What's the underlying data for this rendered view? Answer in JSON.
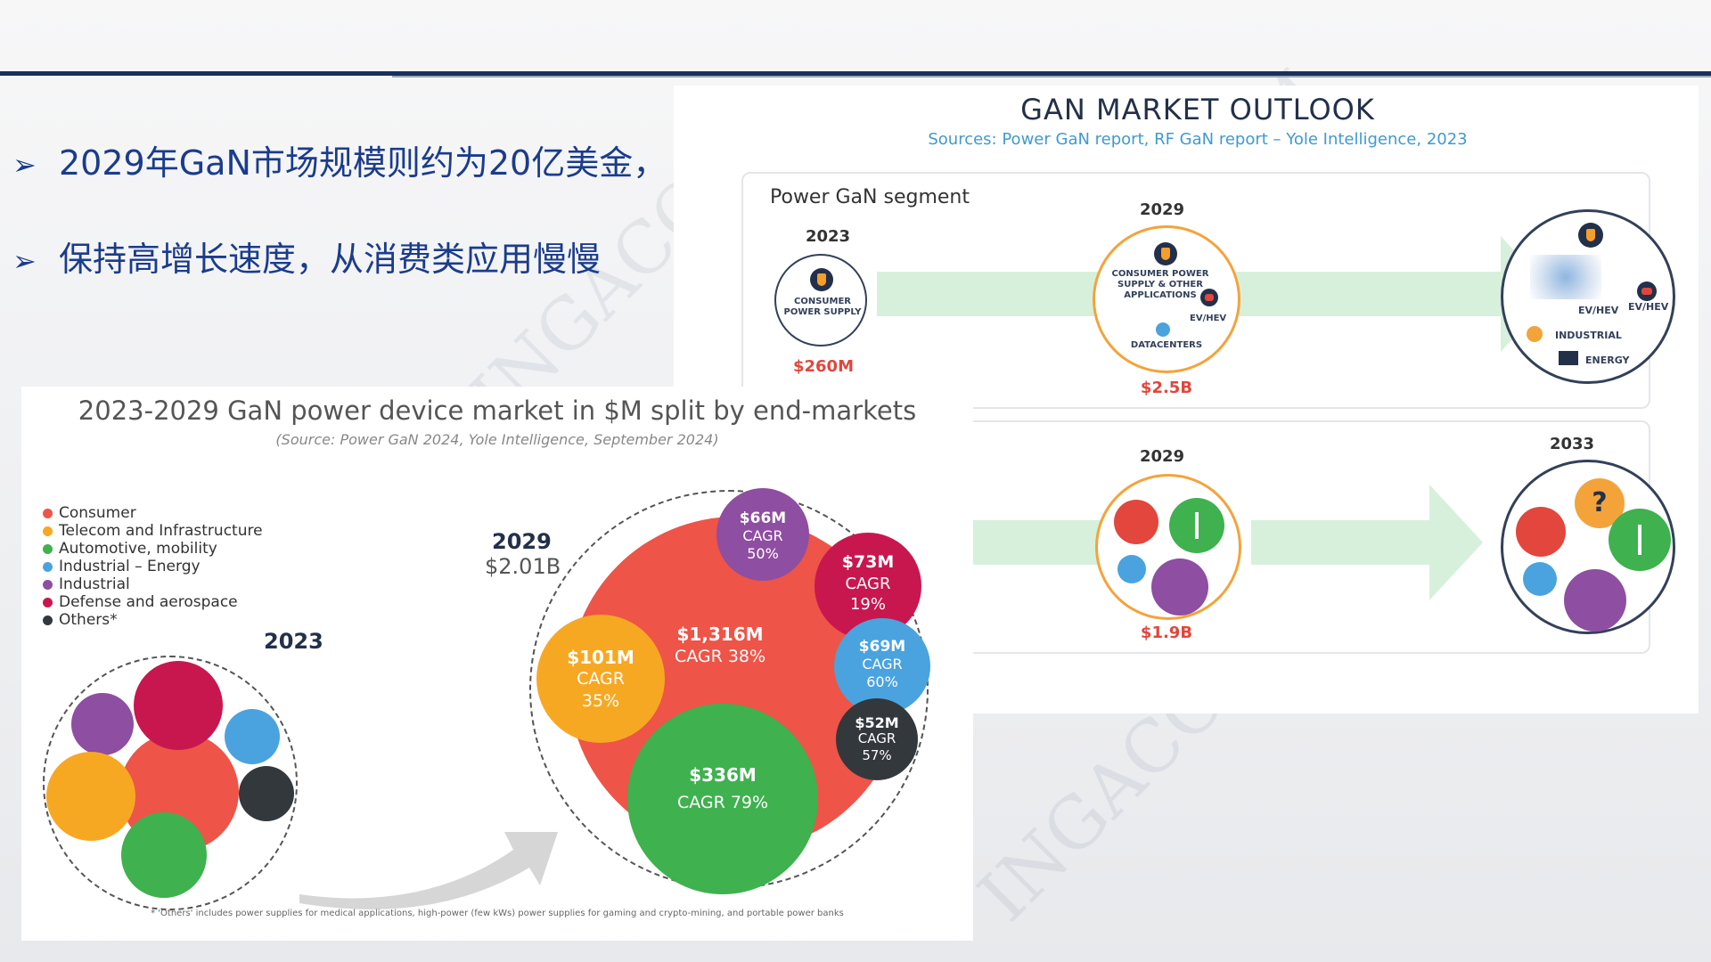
{
  "bullets": [
    "2029年GaN市场规模则约为20亿美金，",
    "保持高增长速度，从消费类应用慢慢"
  ],
  "outlook": {
    "title": "GAN MARKET OUTLOOK",
    "sources": "Sources: Power GaN report, RF GaN report – Yole Intelligence, 2023",
    "power_segment_label": "Power GaN segment",
    "power": {
      "year_2023": "2023",
      "c2023_label": "CONSUMER POWER SUPPLY",
      "c2023_value": "$260M",
      "year_2029": "2029",
      "c2029_label_consumer": "CONSUMER POWER SUPPLY & OTHER APPLICATIONS",
      "c2029_label_evhev": "EV/HEV",
      "c2029_label_datacenters": "DATACENTERS",
      "c2029_value": "$2.5B",
      "c2033_label_evhev": "EV/HEV",
      "c2033_label_industrial": "INDUSTRIAL",
      "c2033_label_energy": "ENERGY"
    },
    "rf": {
      "year_2029": "2029",
      "c2029_value": "$1.9B",
      "year_2033": "2033",
      "icon_q": "?"
    }
  },
  "market": {
    "title": "2023-2029 GaN power device market in $M split by end-markets",
    "source": "(Source: Power GaN 2024, Yole Intelligence, September 2024)",
    "legend": [
      {
        "name": "Consumer",
        "color": "#ee5448"
      },
      {
        "name": "Telecom and Infrastructure",
        "color": "#f7a823"
      },
      {
        "name": "Automotive, mobility",
        "color": "#3fb14f"
      },
      {
        "name": "Industrial – Energy",
        "color": "#4aa3df"
      },
      {
        "name": "Industrial",
        "color": "#8e4ea1"
      },
      {
        "name": "Defense and aerospace",
        "color": "#c8174f"
      },
      {
        "name": "Others*",
        "color": "#33383d"
      }
    ],
    "year_2023": "2023",
    "year_2029": "2029",
    "total_2029": "$2.01B",
    "bubbles": [
      {
        "value": "$1,316M",
        "cagr": "CAGR 38%"
      },
      {
        "value": "$336M",
        "cagr": "CAGR 79%"
      },
      {
        "value": "$101M",
        "cagr_l1": "CAGR",
        "cagr_l2": "35%"
      },
      {
        "value": "$66M",
        "cagr_l1": "CAGR",
        "cagr_l2": "50%"
      },
      {
        "value": "$73M",
        "cagr_l1": "CAGR",
        "cagr_l2": "19%"
      },
      {
        "value": "$69M",
        "cagr_l1": "CAGR",
        "cagr_l2": "60%"
      },
      {
        "value": "$52M",
        "cagr_l1": "CAGR",
        "cagr_l2": "57%"
      }
    ],
    "footnote": "* 'Others' includes power supplies for medical applications, high-power (few kWs) power supplies for gaming and crypto-mining, and portable power banks"
  },
  "watermark_text": "INGACOM"
}
